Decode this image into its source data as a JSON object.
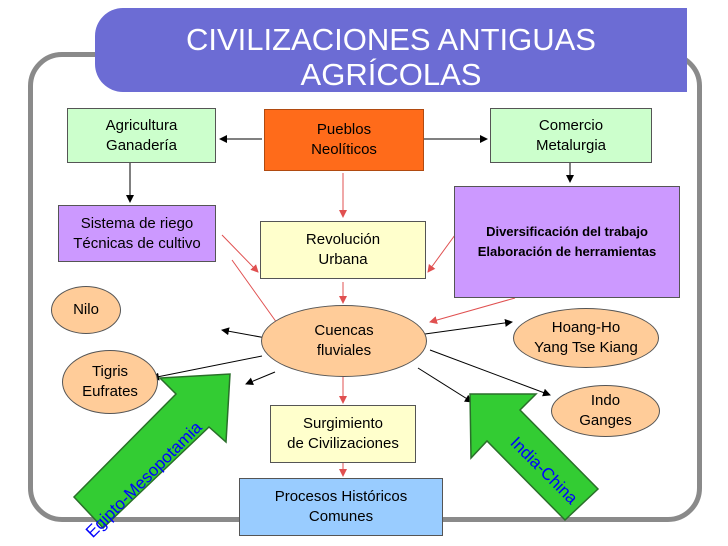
{
  "title": {
    "line1": "CIVILIZACIONES ANTIGUAS",
    "line2": "AGRÍCOLAS"
  },
  "boxes": {
    "agricultura": "Agricultura\nGanadería",
    "pueblos": "Pueblos\nNeolíticos",
    "comercio": "Comercio\nMetalurgia",
    "sistema": "Sistema de riego\nTécnicas de cultivo",
    "revolucion": "Revolución\nUrbana",
    "diversificacion": "Diversificación del trabajo\nElaboración de herramientas",
    "nilo": "Nilo",
    "cuencas": "Cuencas\nfluviales",
    "hoang": "Hoang-Ho\nYang Tse Kiang",
    "tigris": "Tigris\nEufrates",
    "indo": "Indo\nGanges",
    "surgimiento": "Surgimiento\nde Civilizaciones",
    "procesos": "Procesos Históricos\nComunes"
  },
  "labels": {
    "egipto": "Egipto-Mesopotamia",
    "india": "India-China"
  },
  "colors": {
    "title_bg": "#6c6cd4",
    "green": "#ccffcc",
    "yellow": "#ffffcc",
    "orange": "#ff6b1a",
    "purple": "#cc99ff",
    "peach": "#ffcc99",
    "blue": "#99ccff",
    "big_arrow": "#33cc33",
    "label_text": "#0000ff",
    "red_arrow": "#e05050"
  }
}
